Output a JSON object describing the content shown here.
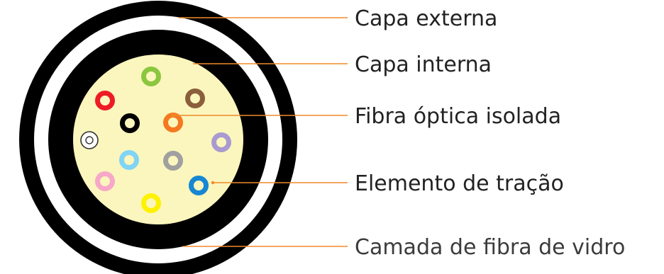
{
  "labels": {
    "outer_jacket": "Capa externa",
    "inner_jacket": "Capa interna",
    "fiber": "Fibra óptica isolada",
    "strength_member": "Elemento de tração",
    "glass_fiber_layer": "Camada de fibra de vidro"
  },
  "colors": {
    "leader_line": "#f08a2a",
    "jacket": "#000000",
    "glass_fiber_layer": "#ffffff",
    "core_fill": "#fbf6bd",
    "fibers": [
      "#8cc63f",
      "#ed1c24",
      "#8b5e3c",
      "#000000",
      "#f47920",
      "#a99ad1",
      "#ffffff",
      "#81d4f4",
      "#a0a0a0",
      "#f7a8c9",
      "#1787d3",
      "#fff200"
    ]
  }
}
